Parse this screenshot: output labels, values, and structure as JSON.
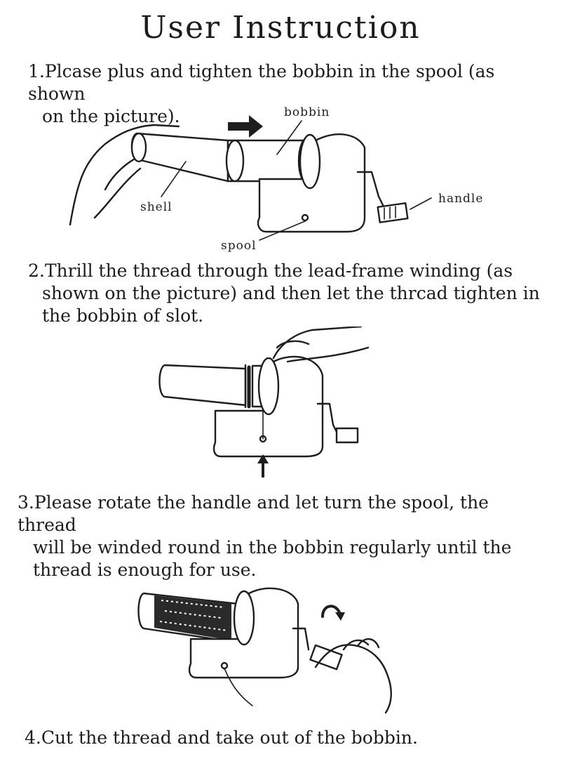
{
  "title": "User Instruction",
  "steps": [
    {
      "number": "1.",
      "lines": [
        "Plcase plus and tighten the bobbin in the spool (as shown",
        "on the picture)."
      ]
    },
    {
      "number": "2.",
      "lines": [
        "Thrill the thread through the lead-frame winding (as",
        "shown on the picture) and then let the thrcad tighten in",
        "the bobbin of slot."
      ]
    },
    {
      "number": "3.",
      "lines": [
        "Please rotate the handle and let turn the spool, the thread",
        "will be winded round in the bobbin regularly until the",
        "thread is enough for use."
      ]
    },
    {
      "number": "4.",
      "lines": [
        "Cut the thread and take out of the bobbin."
      ]
    }
  ],
  "figure1_labels": {
    "bobbin": "bobbin",
    "shell": "shell",
    "handle": "handle",
    "spool": "spool"
  }
}
